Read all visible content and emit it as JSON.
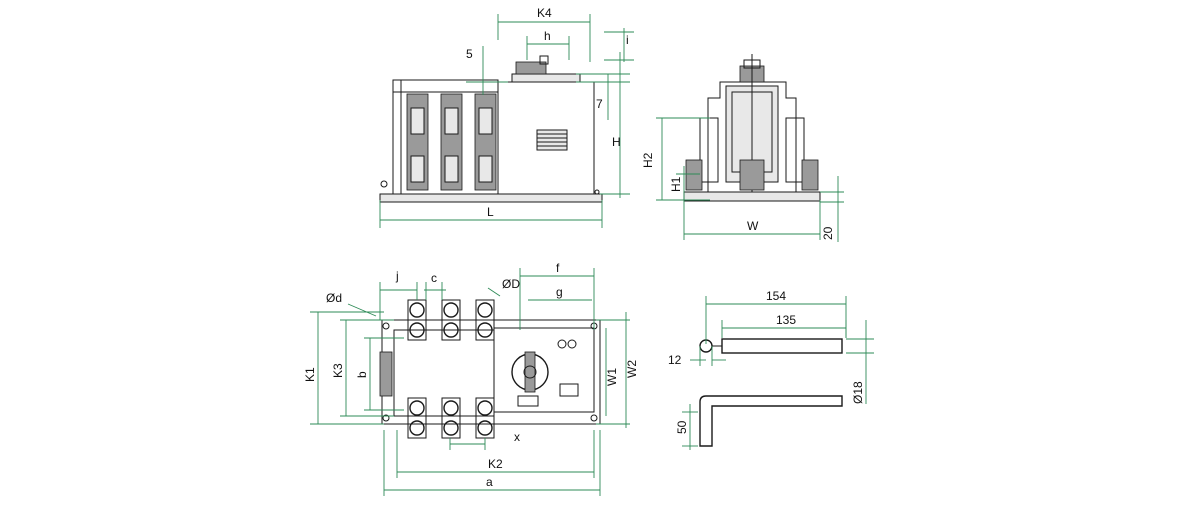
{
  "colors": {
    "dimension_line": "#2e8b57",
    "outline": "#1a1a1a",
    "background": "#ffffff"
  },
  "front_view": {
    "label_K4": "K4",
    "label_h": "h",
    "label_5": "5",
    "label_7": "7",
    "label_H": "H",
    "label_L": "L"
  },
  "side_view": {
    "label_i": "i",
    "label_H2": "H2",
    "label_H1": "H1",
    "label_W": "W",
    "label_20": "20"
  },
  "top_view": {
    "label_j": "j",
    "label_c": "c",
    "label_OD": "ØD",
    "label_f": "f",
    "label_g": "g",
    "label_Od": "Ød",
    "label_K1": "K1",
    "label_K3": "K3",
    "label_b": "b",
    "label_W1": "W1",
    "label_W2": "W2",
    "label_x": "x",
    "label_K2": "K2",
    "label_a": "a"
  },
  "handle_view": {
    "label_154": "154",
    "label_135": "135",
    "label_12": "12",
    "label_O18": "Ø18",
    "label_50": "50"
  }
}
